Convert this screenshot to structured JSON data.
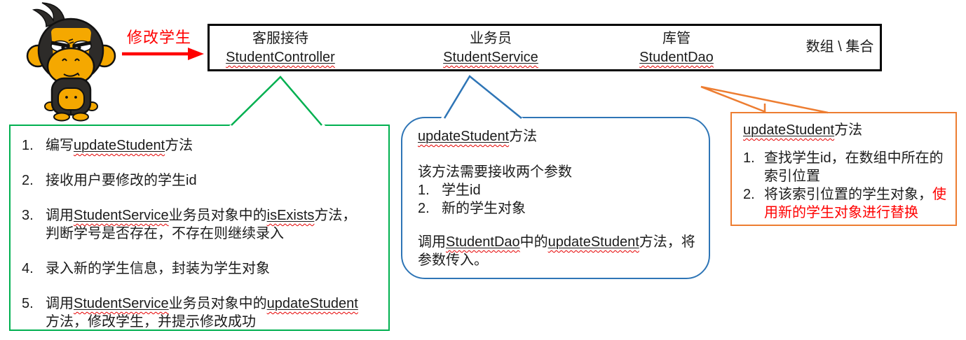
{
  "arrow": {
    "label": "修改学生"
  },
  "header": {
    "columns": [
      {
        "zh": "客服接待",
        "en": "StudentController"
      },
      {
        "zh": "业务员",
        "en": "StudentService"
      },
      {
        "zh": "库管",
        "en": "StudentDao"
      },
      {
        "zh": "数组 \\ 集合",
        "en": ""
      }
    ]
  },
  "callouts": {
    "green": {
      "items": [
        {
          "no": "1.",
          "s1": "编写",
          "e1": "updateStudent",
          "s2": "方法"
        },
        {
          "no": "2.",
          "s1": "接收用户要修改的学生id"
        },
        {
          "no": "3.",
          "s1": "调用",
          "e1": "StudentService",
          "s2": "业务员对象中的",
          "e2": "isExists",
          "s3": "方法，判断学号是否存在，不存在则继续录入"
        },
        {
          "no": "4.",
          "s1": "录入新的学生信息，封装为学生对象"
        },
        {
          "no": "5.",
          "s1": "调用",
          "e1": "StudentService",
          "s2": "业务员对象中的",
          "e2": "updateStudent",
          "s3": "方法，修改学生，并提示修改成功"
        }
      ]
    },
    "blue": {
      "title_en": "updateStudent",
      "title_zh": "方法",
      "p1": "该方法需要接收两个参数",
      "items": [
        {
          "no": "1.",
          "text": "学生id"
        },
        {
          "no": "2.",
          "text": "新的学生对象"
        }
      ],
      "p2_s1": "调用",
      "p2_e1": "StudentDao",
      "p2_s2": "中的",
      "p2_e2": "updateStudent",
      "p2_s3": "方法，将参数传入。"
    },
    "orange": {
      "title_en": "updateStudent",
      "title_zh": "方法",
      "items": [
        {
          "no": "1.",
          "text": "查找学生id，在数组中所在的索引位置"
        },
        {
          "no": "2.",
          "text": "将该索引位置的学生对象，",
          "red": "使用新的学生对象进行替换"
        }
      ]
    }
  },
  "colors": {
    "green_accent": "#00B050",
    "blue_accent": "#2E75B6",
    "orange_accent": "#ED7D31",
    "red_accent": "#FF0000",
    "border_black": "#000000"
  },
  "icons": {
    "mascot": "monkey-mascot",
    "arrow": "red-right-arrow"
  }
}
